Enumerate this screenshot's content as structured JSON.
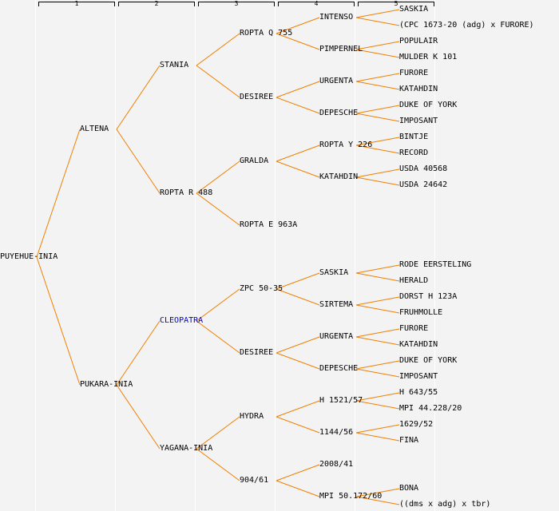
{
  "columns": [
    "1",
    "2",
    "3",
    "4",
    "5"
  ],
  "colors": {
    "line": "#f08000",
    "link": "#0000cc",
    "background": "#f3f3f3"
  },
  "tree": {
    "name": "PUYEHUE-INIA",
    "children": [
      {
        "name": "ALTENA",
        "children": [
          {
            "name": "STANIA",
            "children": [
              {
                "name": "ROPTA Q 755",
                "children": [
                  {
                    "name": "INTENSO",
                    "children": [
                      {
                        "name": "SASKIA"
                      },
                      {
                        "name": "(CPC 1673-20 (adg) x FURORE)"
                      }
                    ]
                  },
                  {
                    "name": "PIMPERNEL",
                    "children": [
                      {
                        "name": "POPULAIR"
                      },
                      {
                        "name": "MULDER K 101"
                      }
                    ]
                  }
                ]
              },
              {
                "name": "DESIREE",
                "children": [
                  {
                    "name": "URGENTA",
                    "children": [
                      {
                        "name": "FURORE"
                      },
                      {
                        "name": "KATAHDIN"
                      }
                    ]
                  },
                  {
                    "name": "DEPESCHE",
                    "children": [
                      {
                        "name": "DUKE OF YORK"
                      },
                      {
                        "name": "IMPOSANT"
                      }
                    ]
                  }
                ]
              }
            ]
          },
          {
            "name": "ROPTA R 488",
            "children": [
              {
                "name": "GRALDA",
                "children": [
                  {
                    "name": "ROPTA Y 226",
                    "children": [
                      {
                        "name": "BINTJE"
                      },
                      {
                        "name": "RECORD"
                      }
                    ]
                  },
                  {
                    "name": "KATAHDIN",
                    "children": [
                      {
                        "name": "USDA 40568"
                      },
                      {
                        "name": "USDA 24642"
                      }
                    ]
                  }
                ]
              },
              {
                "name": "ROPTA E 963A"
              }
            ]
          }
        ]
      },
      {
        "name": "PUKARA-INIA",
        "children": [
          {
            "name": "CLEOPATRA",
            "link": true,
            "children": [
              {
                "name": "ZPC 50-35",
                "children": [
                  {
                    "name": "SASKIA",
                    "children": [
                      {
                        "name": "RODE EERSTELING"
                      },
                      {
                        "name": "HERALD"
                      }
                    ]
                  },
                  {
                    "name": "SIRTEMA",
                    "children": [
                      {
                        "name": "DORST H 123A"
                      },
                      {
                        "name": "FRUHMOLLE"
                      }
                    ]
                  }
                ]
              },
              {
                "name": "DESIREE",
                "children": [
                  {
                    "name": "URGENTA",
                    "children": [
                      {
                        "name": "FURORE"
                      },
                      {
                        "name": "KATAHDIN"
                      }
                    ]
                  },
                  {
                    "name": "DEPESCHE",
                    "children": [
                      {
                        "name": "DUKE OF YORK"
                      },
                      {
                        "name": "IMPOSANT"
                      }
                    ]
                  }
                ]
              }
            ]
          },
          {
            "name": "YAGANA-INIA",
            "children": [
              {
                "name": "HYDRA",
                "children": [
                  {
                    "name": "H 1521/57",
                    "children": [
                      {
                        "name": "H 643/55"
                      },
                      {
                        "name": "MPI 44.228/20"
                      }
                    ]
                  },
                  {
                    "name": "1144/56",
                    "children": [
                      {
                        "name": "1629/52"
                      },
                      {
                        "name": "FINA"
                      }
                    ]
                  }
                ]
              },
              {
                "name": "904/61",
                "children": [
                  {
                    "name": "2008/41"
                  },
                  {
                    "name": "MPI 50.172/60",
                    "children": [
                      {
                        "name": "BONA"
                      },
                      {
                        "name": "((dms x adg) x tbr)"
                      }
                    ]
                  }
                ]
              }
            ]
          }
        ]
      }
    ]
  }
}
